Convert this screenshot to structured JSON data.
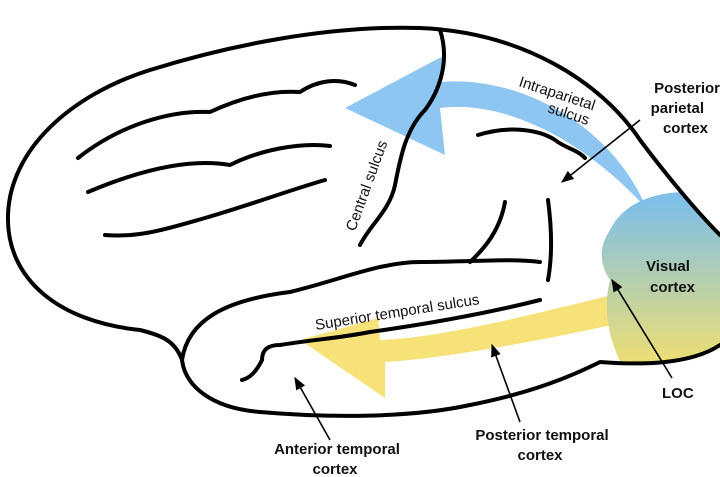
{
  "labels": {
    "posterior_parietal_line1": "Posterior",
    "posterior_parietal_line2": "parietal",
    "posterior_parietal_line3": "cortex",
    "intraparietal_line1": "Intraparietal",
    "intraparietal_line2": "sulcus",
    "central_sulcus": "Central sulcus",
    "visual_line1": "Visual",
    "visual_line2": "cortex",
    "superior_temporal_sulcus": "Superior temporal sulcus",
    "loc": "LOC",
    "anterior_temporal_line1": "Anterior temporal",
    "anterior_temporal_line2": "cortex",
    "posterior_temporal_line1": "Posterior temporal",
    "posterior_temporal_line2": "cortex"
  },
  "colors": {
    "dorsal_stream": "#8ec6f2",
    "ventral_stream": "#f7e27a",
    "visual_top": "#7fbfe8",
    "visual_bottom": "#f2e06e",
    "outline": "#000000"
  }
}
